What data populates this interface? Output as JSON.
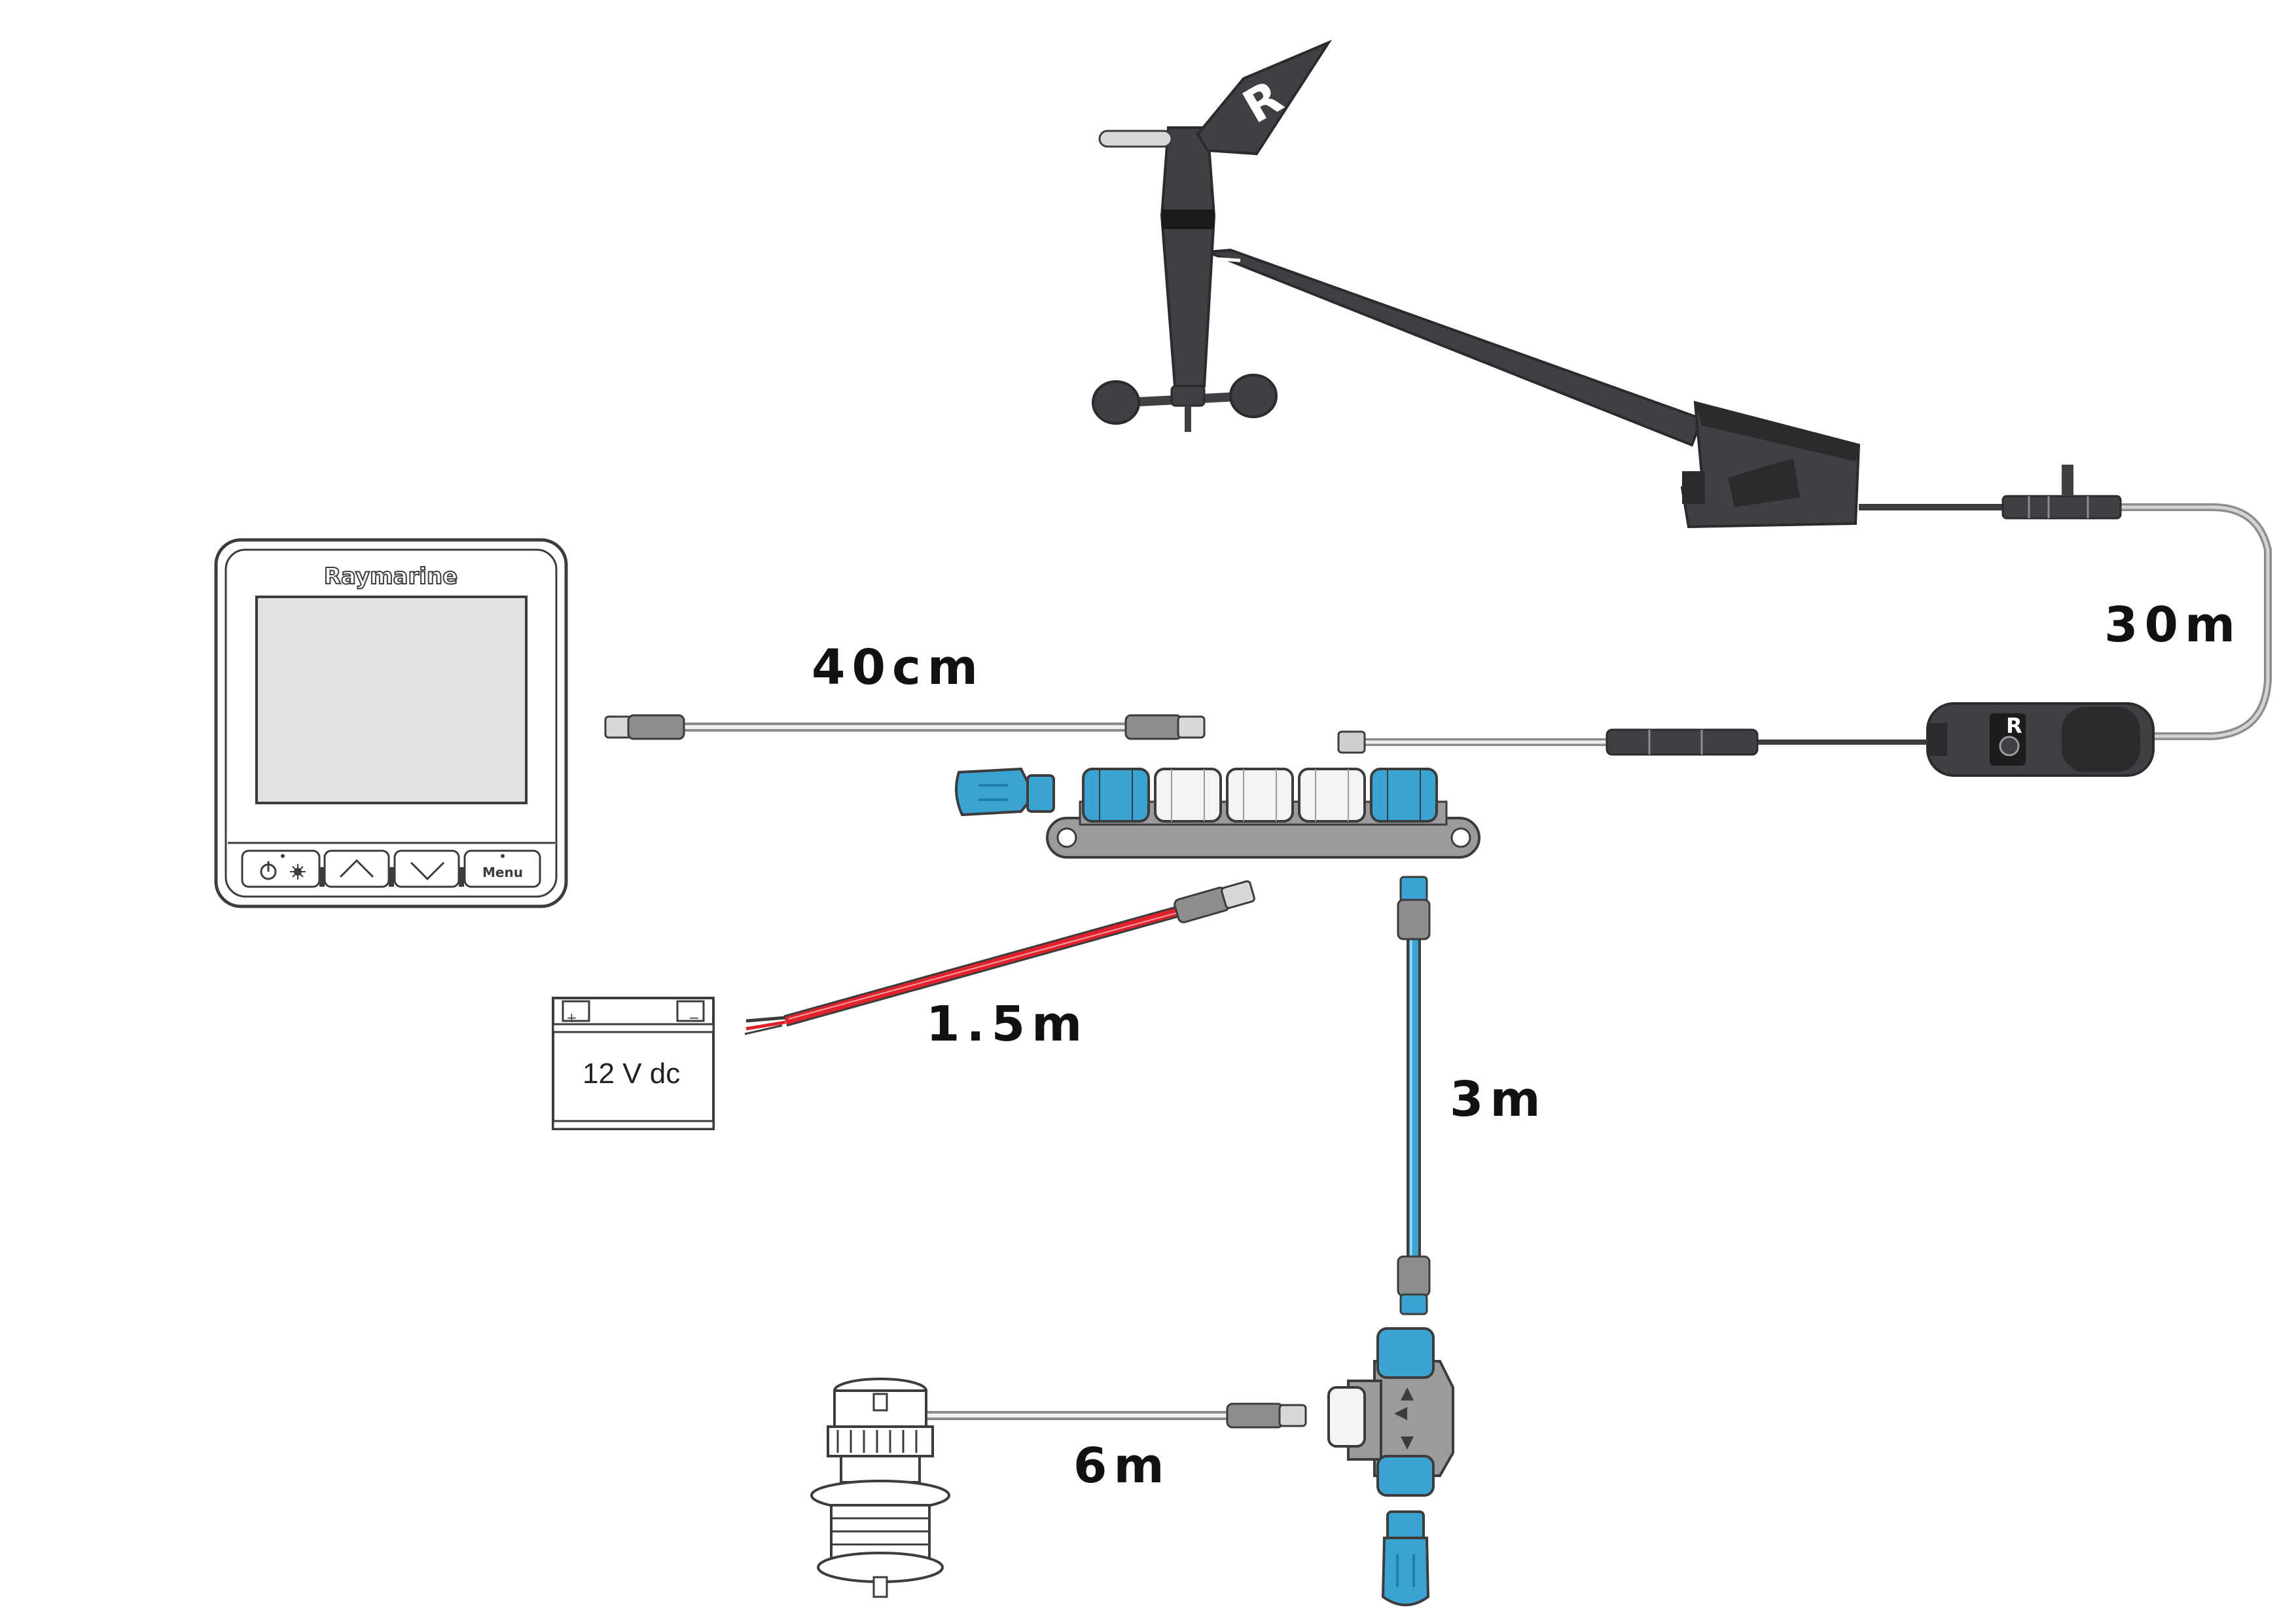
{
  "colors": {
    "outline": "#3c3c3c",
    "dark_body": "#3f4043",
    "darker": "#2a2b2d",
    "blue": "#3aa3d2",
    "blue_dark": "#1f7fab",
    "grey_block": "#9a9b9d",
    "grey_light": "#e8e8e8",
    "white_conn": "#f4f4f4",
    "red": "#e0202a",
    "cable_grey": "#8c8d8f",
    "screen": "#e2e2e2"
  },
  "display": {
    "brand": "Raymarine",
    "menu_label": "Menu",
    "power_icon": "power-icon",
    "brightness_icon": "brightness-icon",
    "up_icon": "chevron-up-icon",
    "down_icon": "chevron-down-icon"
  },
  "battery": {
    "label": "12 V dc",
    "plus": "+",
    "minus": "−"
  },
  "cables": {
    "spur_40cm": "40cm",
    "power_1_5m": "1.5m",
    "backbone_3m": "3m",
    "transducer_6m": "6m",
    "mast_30m": "30m"
  },
  "wind_vane": {
    "logo_letter": "R"
  },
  "interface_box": {
    "logo_letter": "R"
  }
}
